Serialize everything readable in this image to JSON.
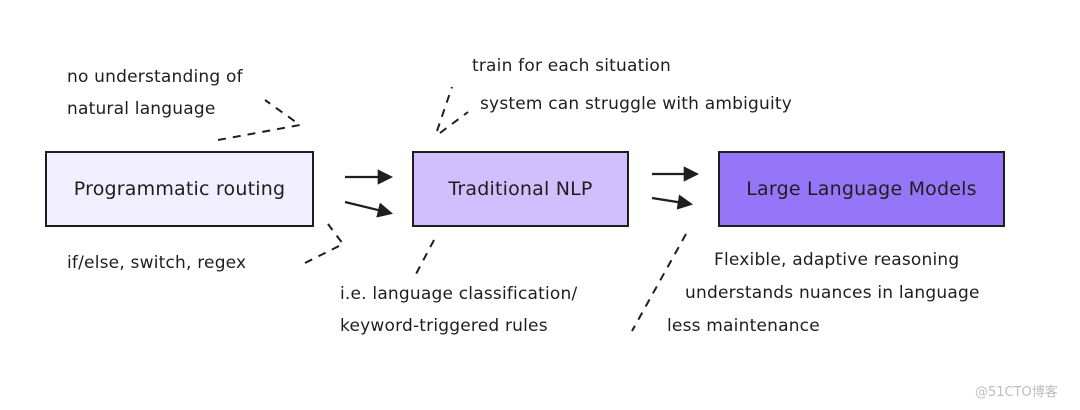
{
  "colors": {
    "stroke": "#1e1e1e",
    "box_programmatic": "#f1eefe",
    "box_traditional": "#d0bffc",
    "box_llm": "#9676f8",
    "watermark": "#bdbdbd"
  },
  "boxes": {
    "programmatic": "Programmatic routing",
    "traditional": "Traditional NLP",
    "llm": "Large Language Models"
  },
  "notes": {
    "programmatic_top": [
      "no understanding of",
      "natural language"
    ],
    "programmatic_bottom": "if/else, switch, regex",
    "traditional_top": [
      "train for each situation",
      "system can struggle with ambiguity"
    ],
    "traditional_bottom": [
      "i.e. language classification/",
      "keyword-triggered rules"
    ],
    "llm_bottom": [
      "Flexible, adaptive reasoning",
      "understands nuances in language",
      "less maintenance"
    ]
  },
  "watermark": "@51CTO博客"
}
